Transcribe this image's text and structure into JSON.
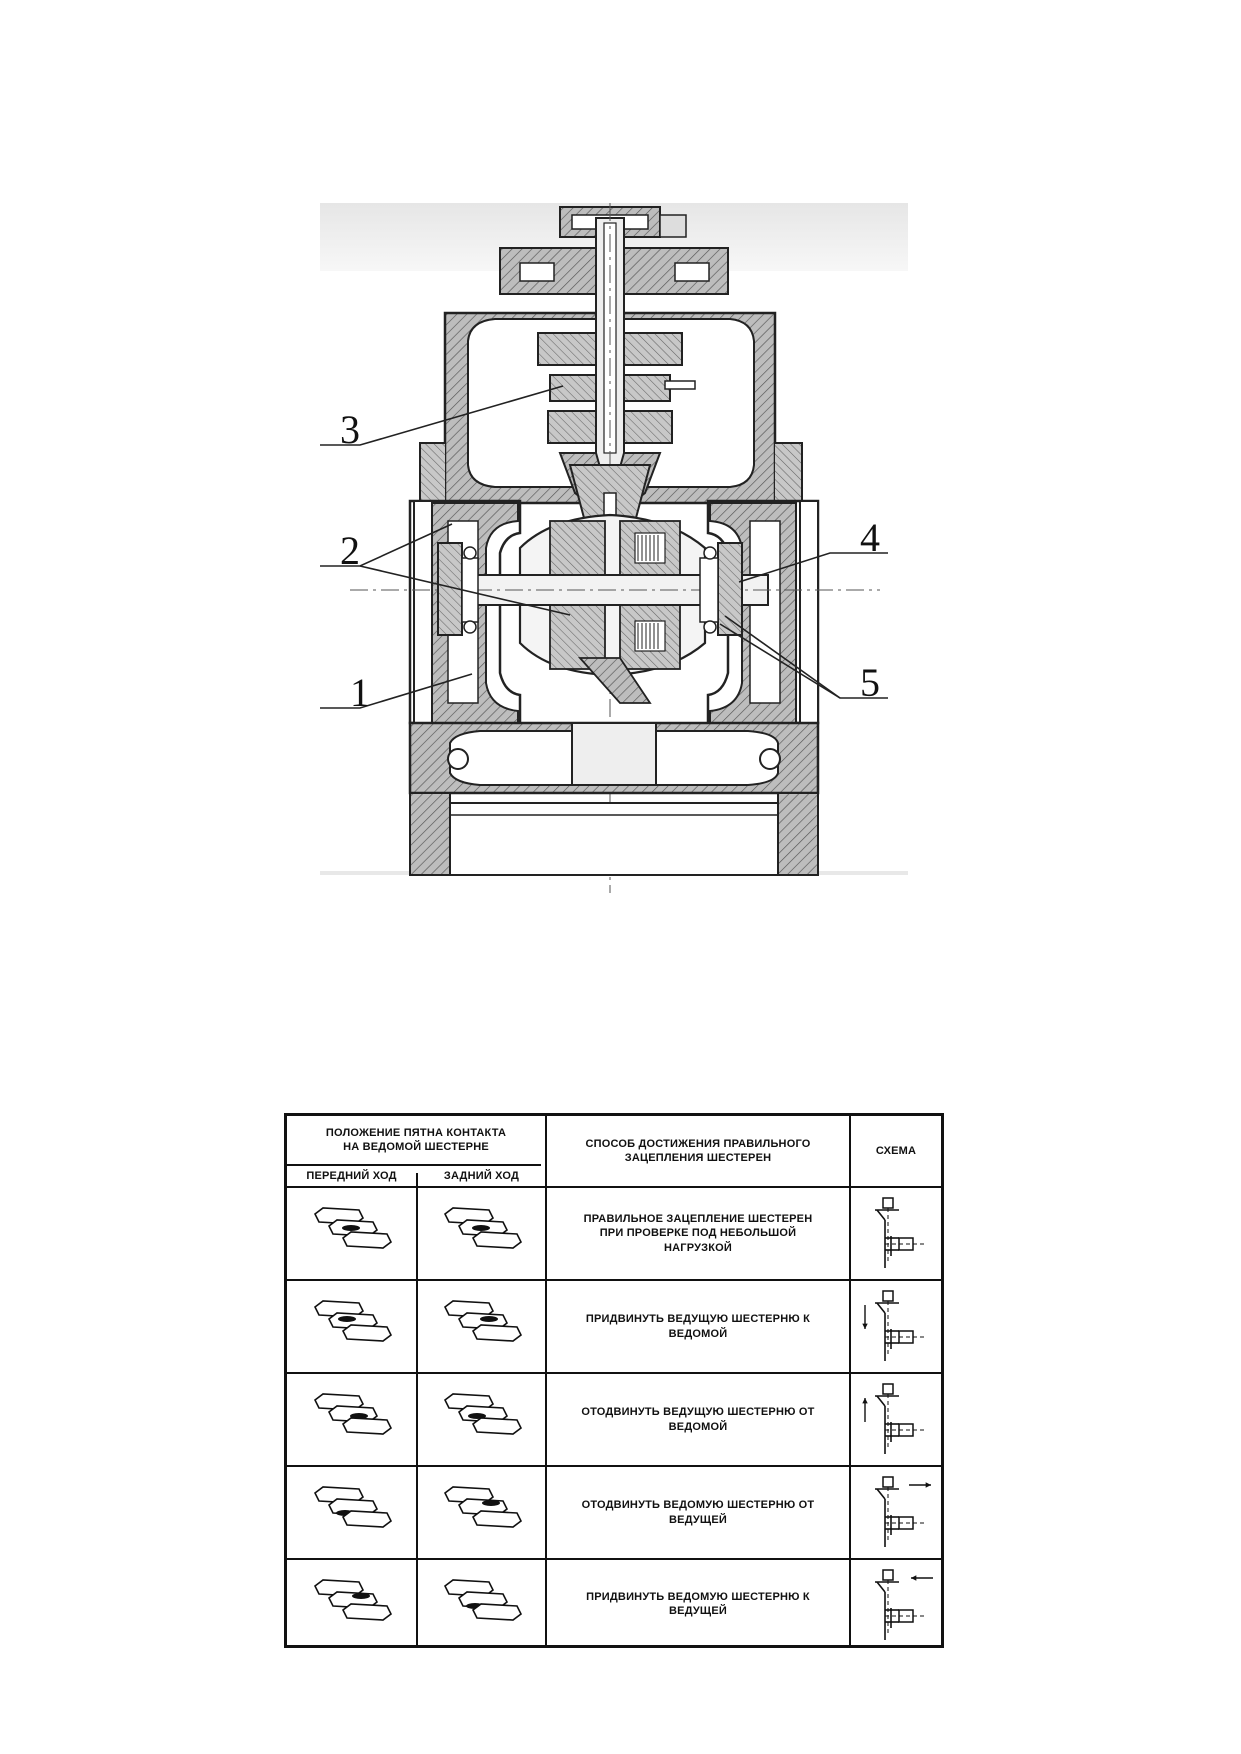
{
  "figure": {
    "callouts": [
      {
        "label": "3"
      },
      {
        "label": "2"
      },
      {
        "label": "4"
      },
      {
        "label": "1"
      },
      {
        "label": "5"
      }
    ]
  },
  "table": {
    "headers": {
      "contact_position": "ПОЛОЖЕНИЕ ПЯТНА КОНТАКТА\nНА ВЕДОМОЙ ШЕСТЕРНЕ",
      "forward": "ПЕРЕДНИЙ  ХОД",
      "reverse": "ЗАДНИЙ  ХОД",
      "method": "СПОСОБ ДОСТИЖЕНИЯ ПРАВИЛЬНОГО\nЗАЦЕПЛЕНИЯ ШЕСТЕРЕН",
      "scheme": "СХЕМА"
    },
    "rows": [
      {
        "method": "ПРАВИЛЬНОЕ ЗАЦЕПЛЕНИЕ ШЕСТЕРЕН\nПРИ ПРОВЕРКЕ ПОД НЕБОЛЬШОЙ\nНАГРУЗКОЙ",
        "scheme_arrow": "none"
      },
      {
        "method": "ПРИДВИНУТЬ ВЕДУЩУЮ ШЕСТЕРНЮ К\nВЕДОМОЙ",
        "scheme_arrow": "down"
      },
      {
        "method": "ОТОДВИНУТЬ ВЕДУЩУЮ ШЕСТЕРНЮ ОТ\nВЕДОМОЙ",
        "scheme_arrow": "up"
      },
      {
        "method": "ОТОДВИНУТЬ ВЕДОМУЮ ШЕСТЕРНЮ ОТ\nВЕДУЩЕЙ",
        "scheme_arrow": "right"
      },
      {
        "method": "ПРИДВИНУТЬ ВЕДОМУЮ ШЕСТЕРНЮ К\nВЕДУЩЕЙ",
        "scheme_arrow": "left"
      }
    ]
  }
}
